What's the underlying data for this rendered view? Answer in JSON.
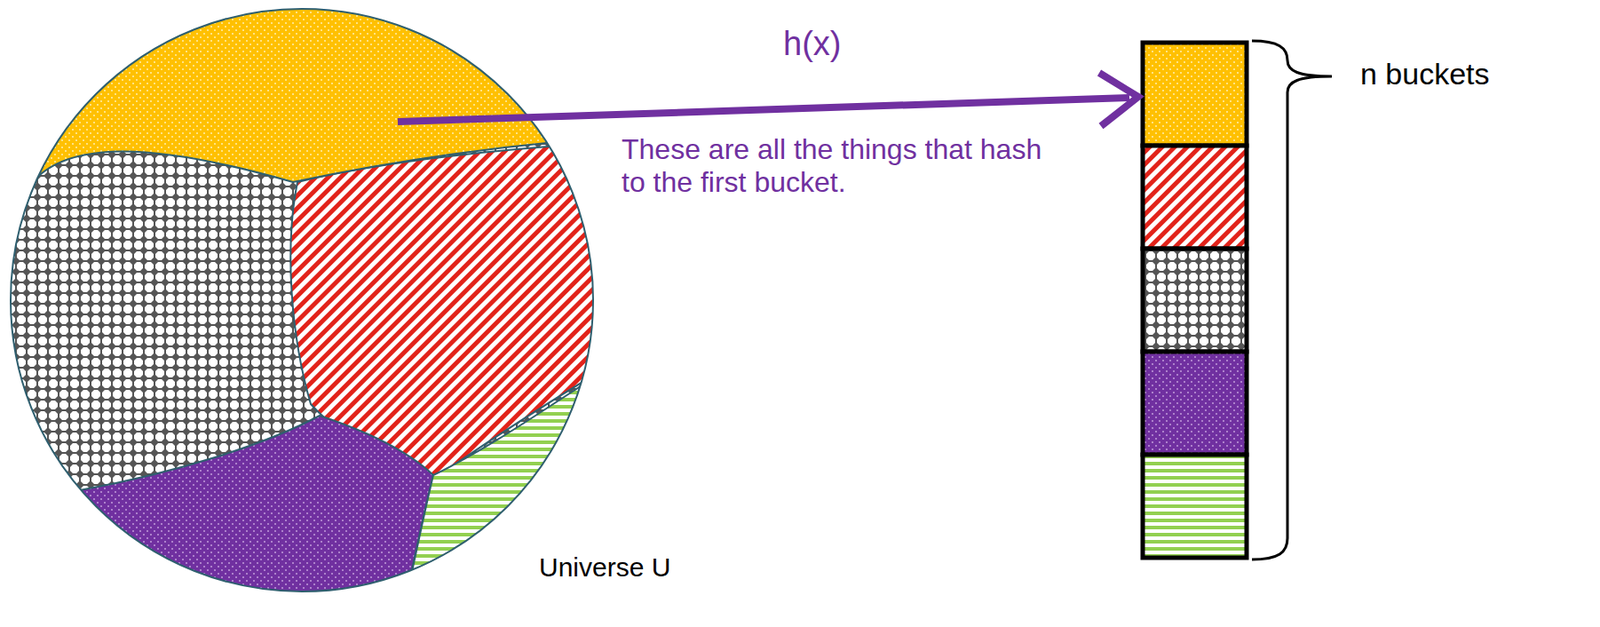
{
  "diagram": {
    "labels": [
      "h(x)",
      "These are all the things that hash to the first bucket.",
      "n buckets",
      "Universe U"
    ]
  }
}
